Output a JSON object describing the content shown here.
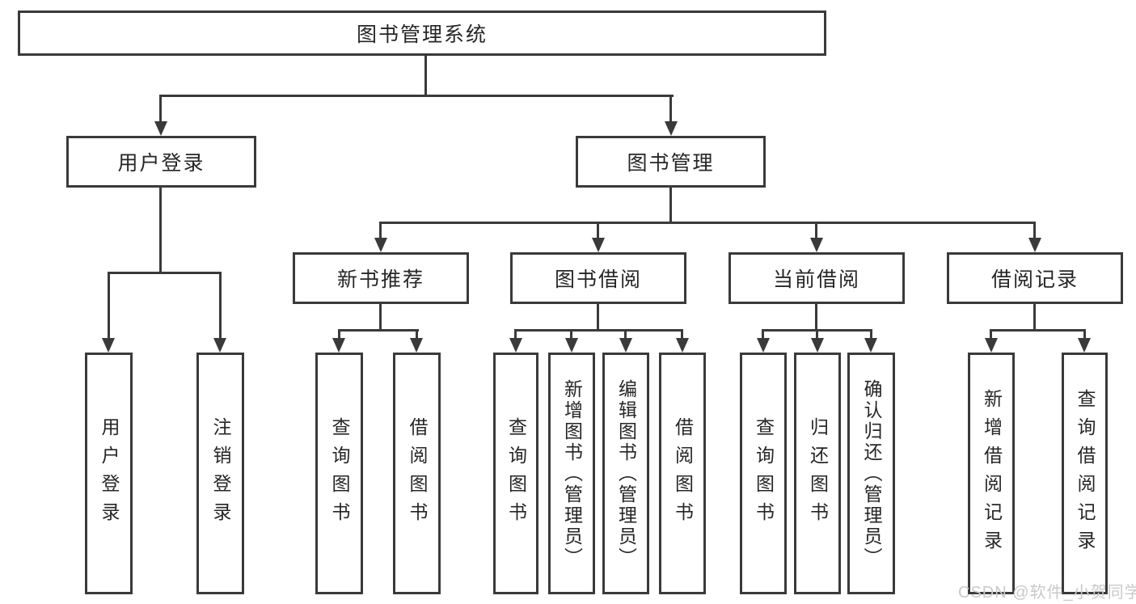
{
  "tree": {
    "root": "图书管理系统",
    "level2": [
      "用户登录",
      "图书管理"
    ],
    "level3": [
      "新书推荐",
      "图书借阅",
      "当前借阅",
      "借阅记录"
    ],
    "leaves": {
      "user_login": [
        "用户登录",
        "注销登录"
      ],
      "new_books": [
        "查询图书",
        "借阅图书"
      ],
      "book_borrow": [
        "查询图书",
        "新增图书（管理员）",
        "编辑图书（管理员）",
        "借阅图书"
      ],
      "current_borrow": [
        "查询图书",
        "归还图书",
        "确认归还（管理员）"
      ],
      "borrow_records": [
        "新增借阅记录",
        "查询借阅记录"
      ]
    }
  },
  "watermark": "CSDN @软件_小贺同学",
  "colors": {
    "line": "#3a3a3a",
    "text": "#262626",
    "background": "#ffffff",
    "watermark": "#c9c9c9"
  }
}
